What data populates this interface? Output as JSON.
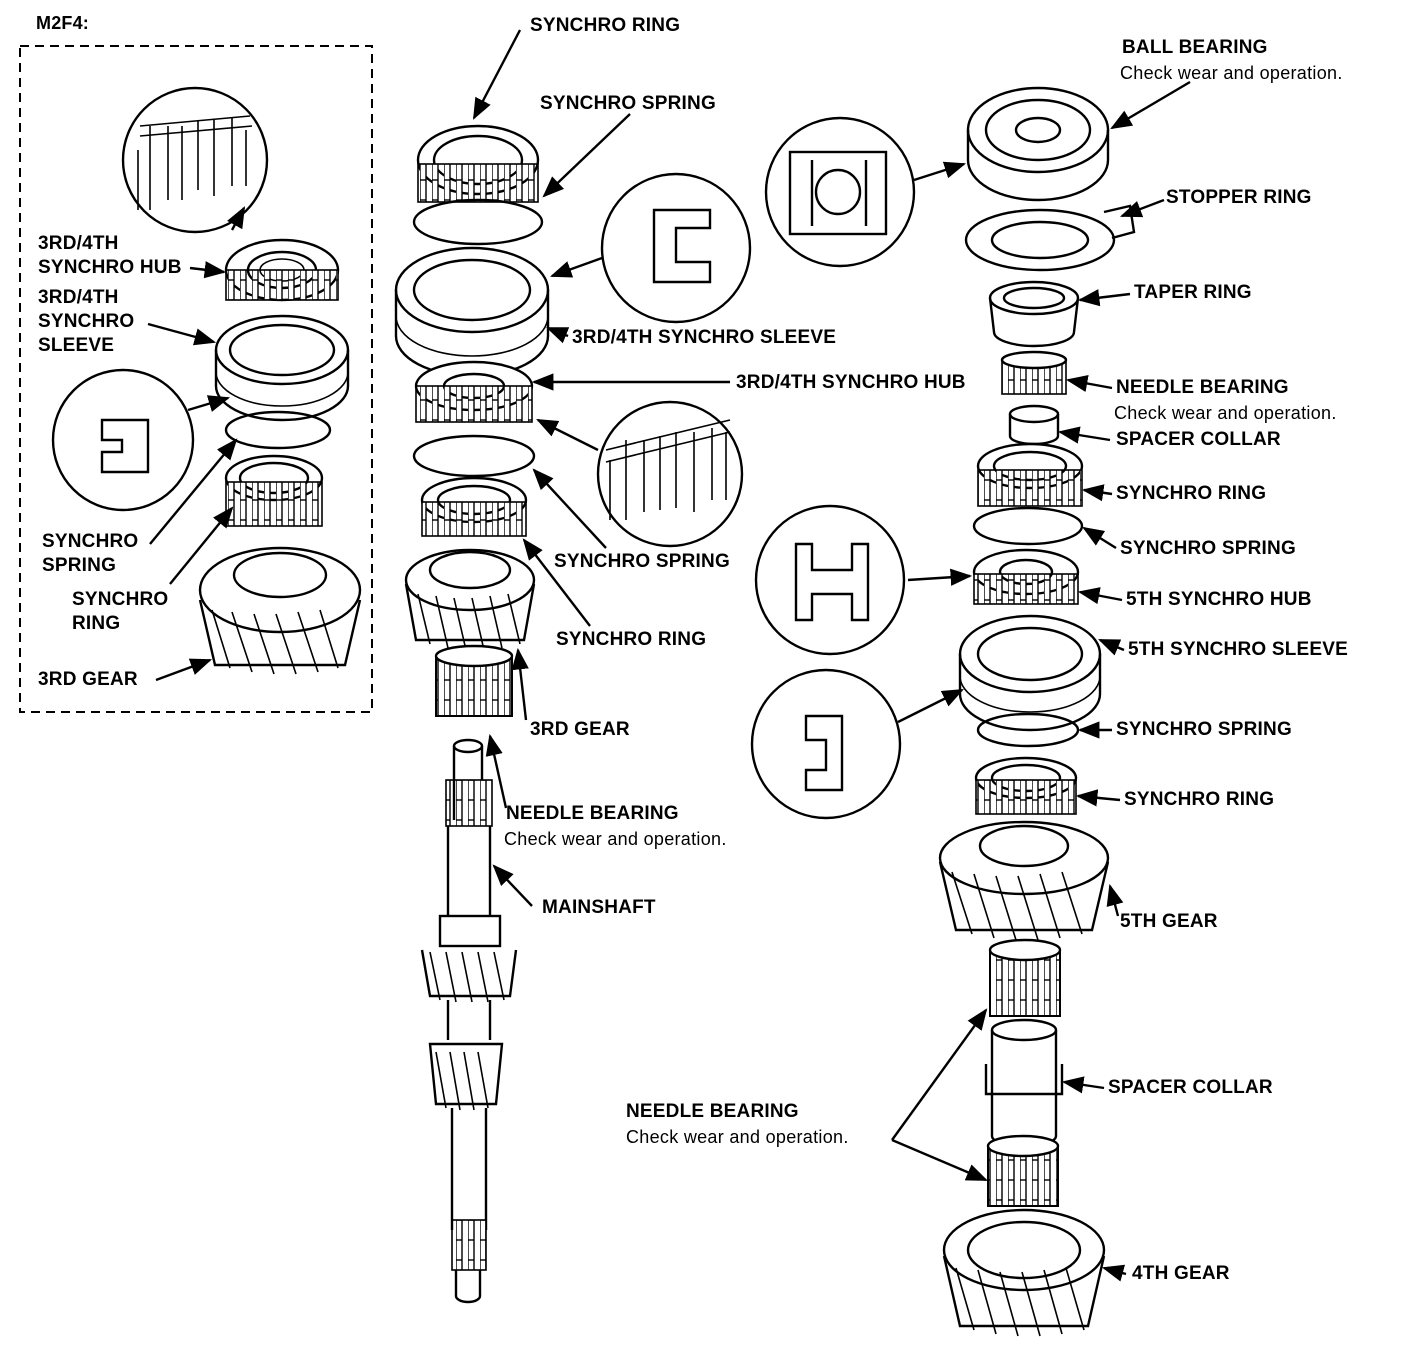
{
  "inset": {
    "title": "M2F4:",
    "hub_l1": "3RD/4TH",
    "hub_l2": "SYNCHRO HUB",
    "sleeve_l1": "3RD/4TH",
    "sleeve_l2": "SYNCHRO",
    "sleeve_l3": "SLEEVE",
    "spring_l1": "SYNCHRO",
    "spring_l2": "SPRING",
    "ring_l1": "SYNCHRO",
    "ring_l2": "RING",
    "gear": "3RD GEAR"
  },
  "mainshaft": {
    "synchro_ring_top": "SYNCHRO RING",
    "synchro_spring_top": "SYNCHRO SPRING",
    "sleeve": "3RD/4TH SYNCHRO SLEEVE",
    "hub": "3RD/4TH SYNCHRO HUB",
    "synchro_spring_low": "SYNCHRO SPRING",
    "synchro_ring_low": "SYNCHRO RING",
    "gear": "3RD GEAR",
    "needle_bearing": "NEEDLE BEARING",
    "needle_bearing_note": "Check wear and operation.",
    "shaft": "MAINSHAFT"
  },
  "right": {
    "ball_bearing": "BALL BEARING",
    "ball_bearing_note": "Check wear and operation.",
    "stopper_ring": "STOPPER RING",
    "taper_ring": "TAPER RING",
    "needle_bearing": "NEEDLE BEARING",
    "needle_bearing_note": "Check wear and operation.",
    "spacer_collar_top": "SPACER COLLAR",
    "synchro_ring_top": "SYNCHRO RING",
    "synchro_spring_top": "SYNCHRO SPRING",
    "hub": "5TH SYNCHRO HUB",
    "sleeve": "5TH SYNCHRO SLEEVE",
    "synchro_spring_low": "SYNCHRO SPRING",
    "synchro_ring_low": "SYNCHRO RING",
    "gear5": "5TH GEAR",
    "spacer_collar_low": "SPACER COLLAR",
    "needle_bearing_low": "NEEDLE BEARING",
    "needle_bearing_low_note": "Check wear and operation.",
    "gear4": "4TH GEAR"
  }
}
